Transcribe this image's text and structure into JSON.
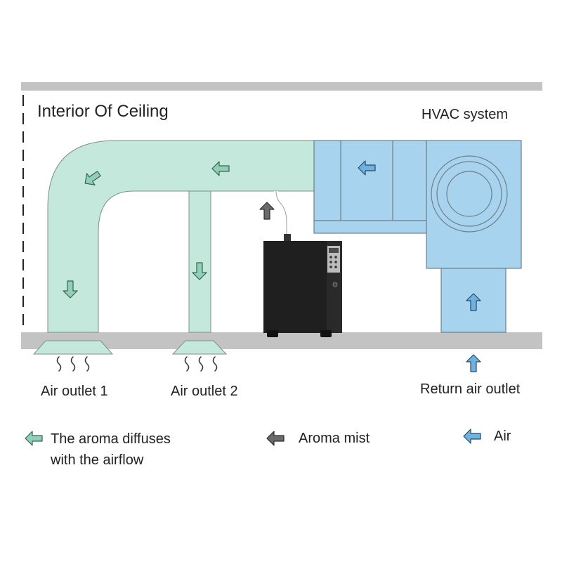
{
  "labels": {
    "ceiling_title": "Interior Of Ceiling",
    "hvac_system": "HVAC system",
    "outlet_1": "Air outlet 1",
    "outlet_2": "Air outlet 2",
    "return_outlet": "Return air outlet"
  },
  "legend": {
    "aroma_diffuses_line1": "The aroma diffuses",
    "aroma_diffuses_line2": "with the airflow",
    "aroma_mist": "Aroma mist",
    "air": "Air"
  },
  "colors": {
    "duct_green": "#c5e8dc",
    "green_arrow": "#8fd1b7",
    "hvac_blue": "#a7d3ef",
    "blue_arrow": "#6fb2e0",
    "mist_gray": "#6b6b6b",
    "ceiling_gray": "#c3c3c3",
    "diffuser_body": "#2a2a2a"
  },
  "icons": [
    "arrow-left-icon",
    "arrow-down-icon",
    "arrow-up-icon",
    "airflow-wave-icon"
  ]
}
